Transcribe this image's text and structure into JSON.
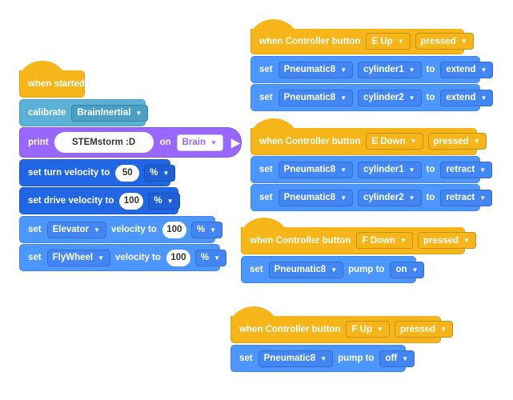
{
  "script1": {
    "hat": "when started",
    "calibrate": {
      "label": "calibrate",
      "device": "BrainInertial"
    },
    "print": {
      "label": "print",
      "text": "STEMstorm :D",
      "on_label": "on",
      "target": "Brain"
    },
    "turn": {
      "label": "set turn velocity to",
      "value": "50",
      "unit": "%"
    },
    "drive": {
      "label": "set drive velocity to",
      "value": "100",
      "unit": "%"
    },
    "elev": {
      "set": "set",
      "motor": "Elevator",
      "label": "velocity to",
      "value": "100",
      "unit": "%"
    },
    "fly": {
      "set": "set",
      "motor": "FlyWheel",
      "label": "velocity to",
      "value": "100",
      "unit": "%"
    }
  },
  "script2": {
    "hat": {
      "label": "when Controller button",
      "button": "E Up",
      "state": "pressed"
    },
    "rows": [
      {
        "set": "set",
        "device": "Pneumatic8",
        "cyl": "cylinder1",
        "to": "to",
        "action": "extend"
      },
      {
        "set": "set",
        "device": "Pneumatic8",
        "cyl": "cylinder2",
        "to": "to",
        "action": "extend"
      }
    ]
  },
  "script3": {
    "hat": {
      "label": "when Controller button",
      "button": "E Down",
      "state": "pressed"
    },
    "rows": [
      {
        "set": "set",
        "device": "Pneumatic8",
        "cyl": "cylinder1",
        "to": "to",
        "action": "retract"
      },
      {
        "set": "set",
        "device": "Pneumatic8",
        "cyl": "cylinder2",
        "to": "to",
        "action": "retract"
      }
    ]
  },
  "script4": {
    "hat": {
      "label": "when Controller button",
      "button": "F Down",
      "state": "pressed"
    },
    "row": {
      "set": "set",
      "device": "Pneumatic8",
      "label": "pump to",
      "value": "on"
    }
  },
  "script5": {
    "hat": {
      "label": "when Controller button",
      "button": "F Up",
      "state": "pressed"
    },
    "row": {
      "set": "set",
      "device": "Pneumatic8",
      "label": "pump to",
      "value": "off"
    }
  },
  "colors": {
    "events": "#f6b619",
    "pneumatic": "#4c97ff",
    "drivetrain": "#2166e5",
    "sensing": "#5cb1d6",
    "looks": "#9966ff"
  }
}
